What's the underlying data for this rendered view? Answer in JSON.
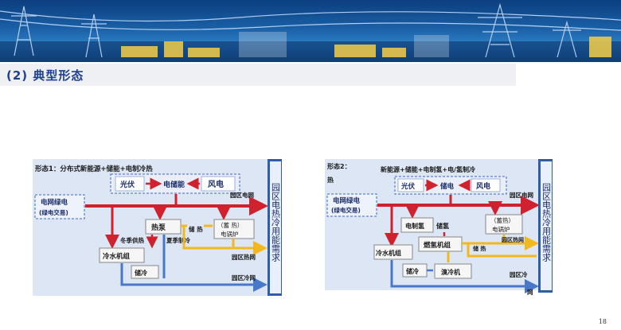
{
  "section_title": "(2) 典型形态",
  "page_number": "18",
  "diagram1": {
    "title": "形态1：分布式新能源+储能+电制冷热",
    "pv": "光伏",
    "storage": "电储能",
    "wind": "风电",
    "grid_power": "电网绿电",
    "grid_trade": "(绿电交易)",
    "heat_pump": "热泵",
    "winter_heat": "冬季供热",
    "summer_cool": "夏季制冷",
    "heat_storage": "储 热",
    "boiler_top": "（蓄 热）",
    "boiler_bottom": "电锅炉",
    "chiller": "冷水机组",
    "cold_storage": "储冷",
    "park_power_net": "园区电网",
    "park_heat_net": "园区热网",
    "park_cold_net": "园区冷网",
    "demand": "园区电热冷用能需求"
  },
  "diagram2": {
    "title_line1": "形态2：",
    "title_line2": "新能源+储能+电制氢+电/氢制冷",
    "title_line3": "热",
    "pv": "光伏",
    "storage": "储电",
    "wind": "风电",
    "grid_power": "电网绿电",
    "grid_trade": "(绿电交易)",
    "electrolysis": "电制氢",
    "h2_storage": "储氢",
    "fuel_cell": "燃氢机组",
    "heat_storage": "储 热",
    "boiler_top": "（蓄热）",
    "boiler_bottom": "电锅炉",
    "chiller": "冷水机组",
    "cold_storage": "储冷",
    "absorption": "溴冷机",
    "park_power_net": "园区电网",
    "park_heat_net": "园区热网",
    "park_cold_net_a": "园区冷",
    "park_cold_net_b": "网",
    "demand": "园区电热冷用能需求"
  }
}
